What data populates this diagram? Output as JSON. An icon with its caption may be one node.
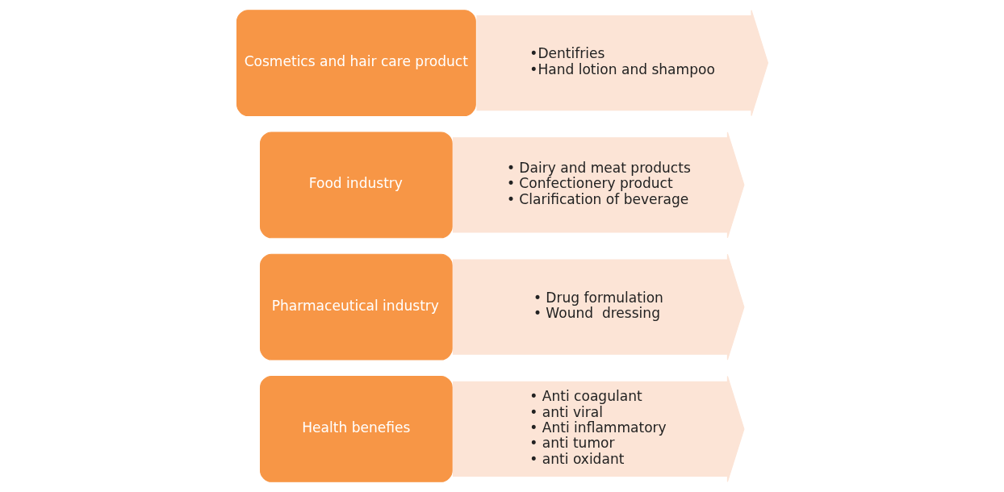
{
  "diagram": {
    "nodes": [
      {
        "text": [
          "Cosmetics and hair care product"
        ]
      },
      {
        "text": [
          "•Dentifries",
          "•Hand lotion and shampoo"
        ]
      },
      {
        "text": [
          "Food industry"
        ]
      },
      {
        "text": [
          "• Dairy and meat products",
          "• Confectionery product",
          "• Clarification of beverage"
        ]
      },
      {
        "text": [
          "Pharmaceutical industry"
        ]
      },
      {
        "text": [
          "• Drug formulation",
          "• Wound  dressing"
        ]
      },
      {
        "text": [
          "Health benefies"
        ]
      },
      {
        "text": [
          "• Anti coagulant",
          "• anti viral",
          "• Anti inflammatory",
          "• anti tumor",
          "• anti oxidant"
        ]
      }
    ],
    "edges": []
  }
}
